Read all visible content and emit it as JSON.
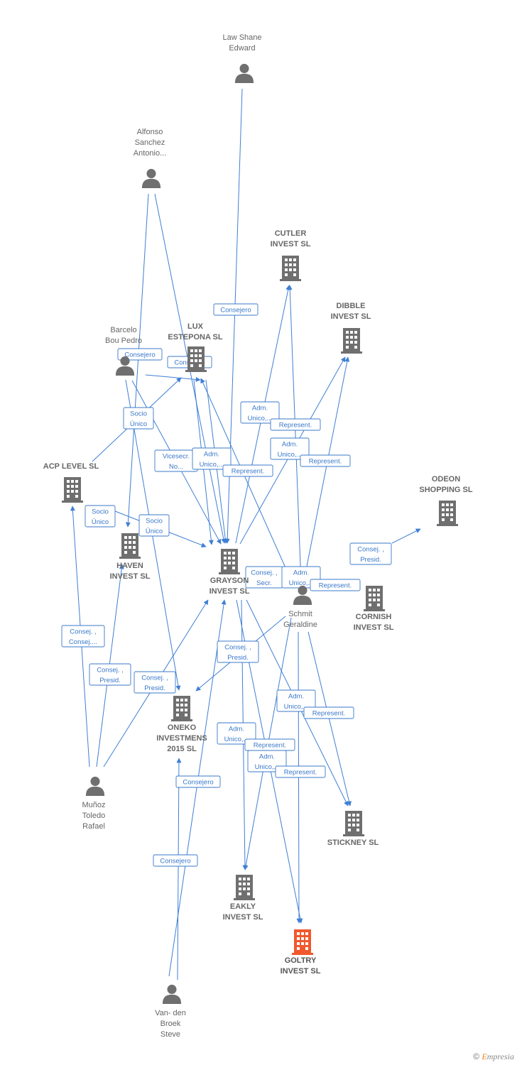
{
  "colors": {
    "edge": "#3f7fd4",
    "node": "#6f6f6f",
    "highlight": "#f2582d",
    "label": "#666666"
  },
  "nodes": [
    {
      "id": "law",
      "type": "person",
      "lines": [
        "Law Shane",
        "Edward"
      ]
    },
    {
      "id": "alfonso",
      "type": "person",
      "lines": [
        "Alfonso",
        "Sanchez",
        "Antonio..."
      ]
    },
    {
      "id": "cutler",
      "type": "company",
      "lines": [
        "CUTLER",
        "INVEST  SL"
      ]
    },
    {
      "id": "dibble",
      "type": "company",
      "lines": [
        "DIBBLE",
        "INVEST  SL"
      ]
    },
    {
      "id": "barcelo",
      "type": "person",
      "lines": [
        "Barcelo",
        "Bou Pedro"
      ]
    },
    {
      "id": "lux",
      "type": "company",
      "lines": [
        "LUX",
        "ESTEPONA  SL"
      ]
    },
    {
      "id": "acp",
      "type": "company",
      "lines": [
        "ACP LEVEL  SL"
      ]
    },
    {
      "id": "odeon",
      "type": "company",
      "lines": [
        "ODEON",
        "SHOPPING SL"
      ]
    },
    {
      "id": "haven",
      "type": "company",
      "lines": [
        "HAVEN",
        "INVEST  SL"
      ]
    },
    {
      "id": "grayson",
      "type": "company",
      "lines": [
        "GRAYSON",
        "INVEST  SL"
      ]
    },
    {
      "id": "schmit",
      "type": "person",
      "lines": [
        "Schmit",
        "Geraldine"
      ]
    },
    {
      "id": "cornish",
      "type": "company",
      "lines": [
        "CORNISH",
        "INVEST  SL"
      ]
    },
    {
      "id": "oneko",
      "type": "company",
      "lines": [
        "ONEKO",
        "INVESTMENS",
        "2015  SL"
      ]
    },
    {
      "id": "munoz",
      "type": "person",
      "lines": [
        "Muñoz",
        "Toledo",
        "Rafael"
      ]
    },
    {
      "id": "stickney",
      "type": "company",
      "lines": [
        "STICKNEY  SL"
      ]
    },
    {
      "id": "eakly",
      "type": "company",
      "lines": [
        "EAKLY",
        "INVEST  SL"
      ]
    },
    {
      "id": "goltry",
      "type": "company",
      "highlight": true,
      "lines": [
        "GOLTRY",
        "INVEST  SL"
      ]
    },
    {
      "id": "vanden",
      "type": "person",
      "lines": [
        "Van- den",
        "Broek",
        "Steve"
      ]
    }
  ],
  "edge_labels": [
    {
      "lines": [
        "Consejero"
      ]
    },
    {
      "lines": [
        "Consejero"
      ]
    },
    {
      "lines": [
        "Consejero"
      ]
    },
    {
      "lines": [
        "Socio",
        "Único"
      ]
    },
    {
      "lines": [
        "Adm.",
        "Unico,..."
      ]
    },
    {
      "lines": [
        "Represent."
      ]
    },
    {
      "lines": [
        "Adm.",
        "Unico,..."
      ]
    },
    {
      "lines": [
        "Represent."
      ]
    },
    {
      "lines": [
        "Vicesecr.",
        "No..."
      ]
    },
    {
      "lines": [
        "Adm.",
        "Unico,..."
      ]
    },
    {
      "lines": [
        "Represent."
      ]
    },
    {
      "lines": [
        "Socio",
        "Único"
      ]
    },
    {
      "lines": [
        "Socio",
        "Único"
      ]
    },
    {
      "lines": [
        "Consej. ,",
        "Presid."
      ]
    },
    {
      "lines": [
        "Consej. ,",
        "Secr."
      ]
    },
    {
      "lines": [
        "Adm.",
        "Unico,..."
      ]
    },
    {
      "lines": [
        "Represent."
      ]
    },
    {
      "lines": [
        "Consej. ,",
        "Consej...."
      ]
    },
    {
      "lines": [
        "Consej. ,",
        "Presid."
      ]
    },
    {
      "lines": [
        "Consej. ,",
        "Presid."
      ]
    },
    {
      "lines": [
        "Consej. ,",
        "Presid."
      ]
    },
    {
      "lines": [
        "Adm.",
        "Unico,..."
      ]
    },
    {
      "lines": [
        "Represent."
      ]
    },
    {
      "lines": [
        "Adm.",
        "Unico,..."
      ]
    },
    {
      "lines": [
        "Represent."
      ]
    },
    {
      "lines": [
        "Adm.",
        "Unico,..."
      ]
    },
    {
      "lines": [
        "Represent."
      ]
    },
    {
      "lines": [
        "Consejero"
      ]
    },
    {
      "lines": [
        "Consejero"
      ]
    }
  ],
  "footer": {
    "copyright": "©",
    "brand_initial": "E",
    "brand_rest": "mpresia"
  }
}
